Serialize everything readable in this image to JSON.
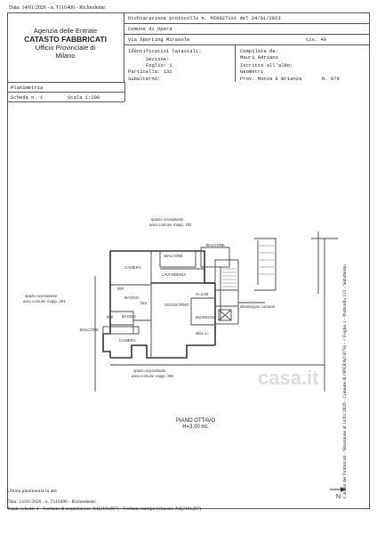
{
  "top_line": "Data: 14/01/2026 - n. T116406 - Richiedente:",
  "agency": {
    "line1": "Agenzia delle Entrate",
    "line2": "CATASTO FABBRICATI",
    "line3": "Ufficio Provinciale di",
    "line4": "Milano"
  },
  "protocol": {
    "label": "Dichiarazione protocollo n.",
    "number": "MI0027131",
    "del_label": "del",
    "date": "24/01/2023"
  },
  "comune": "Comune di Opera",
  "address": "Via Sporting Mirasole",
  "civ": "civ. 49",
  "catastali": {
    "title": "Identificativi Catastali:",
    "sezione": "Sezione:",
    "foglio": "Foglio: 1",
    "particella": "Particella: 131",
    "subalterno": "Subalterno:"
  },
  "compilata": {
    "label": "Compilata da:",
    "name": "Mauri Adriano",
    "iscritto": "Iscritto all'albo:",
    "albo": "Geometri",
    "prov": "Prov. Monza E Brianza",
    "n": "N. 979"
  },
  "plan_meta": {
    "planimetria": "Planimetria",
    "scheda": "Scheda n. 1",
    "scala": "Scala 1:200"
  },
  "rooms": {
    "spazio_top": "spazio sovrastante",
    "spazio_top_sub": "area comune mapp. 291",
    "spazio_left": "spazio sovrastante",
    "spazio_left_sub": "area comune mapp. 291",
    "spazio_bottom": "spazio sovrastante",
    "spazio_bottom_sub": "area comune mapp. 291",
    "balcone_top": "BALCONE",
    "balcone_right": "BALCONE",
    "balcone_left": "BALCONE",
    "camera1": "CAMERA",
    "camera2": "CAMERA",
    "lavanderia": "LAVANDERIA",
    "bagno1": "BAGNO",
    "bagno2": "BAGNO",
    "soggiorno": "SOGGIORNO",
    "ingresso": "INGRESSO",
    "disimpegno": "disimpegno comune",
    "altro": "altra u.i.",
    "rip1": "RIP",
    "rip2": "RIP",
    "dis": "DIS",
    "height_mark": "H=2,65"
  },
  "floor": {
    "name": "PIANO OTTAVO",
    "height": "H=3,00 mt."
  },
  "bottom": {
    "ultima": "Ultima planimetria in atti",
    "data_line": "Data: 14/01/2026 - n. T116406 - Richiedente:",
    "schede_line": "Totale schede: 1 - Formato di acquisizione: A4(210x297) - Formato stampa richiesto: A4(210x297)"
  },
  "side_text": "Catasto dei Fabbricati - Situazione al 14/01/2026 - Comune di OPERA(G078) - < Foglio 1 - Particella 131 - Subalterno",
  "watermark": "casa.it"
}
